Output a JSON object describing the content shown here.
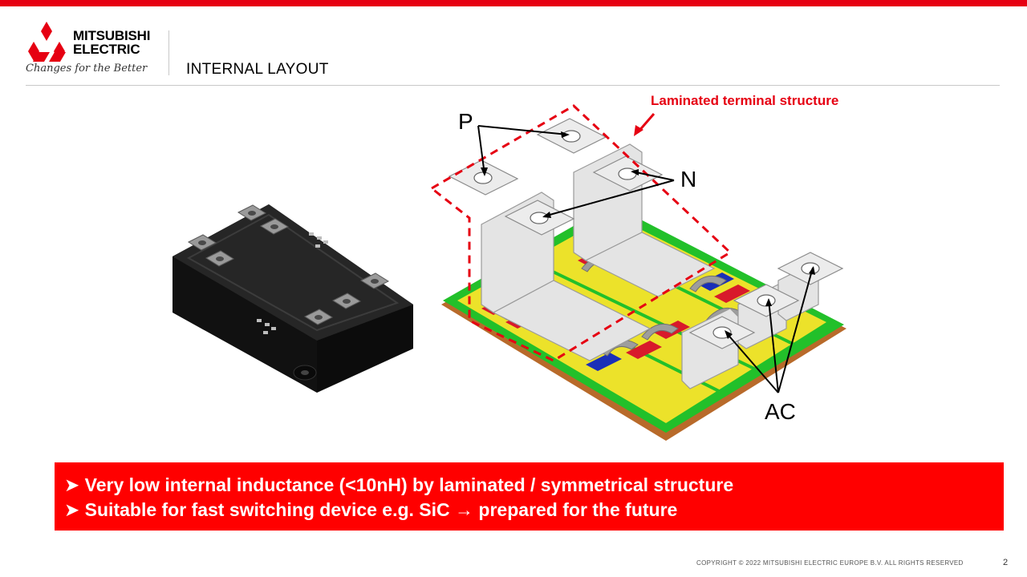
{
  "header": {
    "brand_line1": "MITSUBISHI",
    "brand_line2": "ELECTRIC",
    "tagline": "Changes for the Better",
    "title": "INTERNAL LAYOUT"
  },
  "diagram": {
    "callout": "Laminated terminal structure",
    "label_p": "P",
    "label_n": "N",
    "label_ac": "AC"
  },
  "banner": {
    "bullet1": "➤ Very low internal inductance (<10nH) by laminated / symmetrical structure",
    "bullet2": "➤ Suitable for fast switching device e.g. SiC → prepared for the future"
  },
  "footer": {
    "copyright": "COPYRIGHT © 2022 MITSUBISHI ELECTRIC EUROPE B.V. ALL RIGHTS RESERVED",
    "page_number": "2"
  },
  "colors": {
    "brand_red": "#e60012",
    "banner_red": "#ff0000",
    "substrate_green": "#22c02a",
    "substrate_yellow": "#ece22a",
    "chip_blue": "#1a2fb8",
    "chip_red": "#d8192b"
  }
}
